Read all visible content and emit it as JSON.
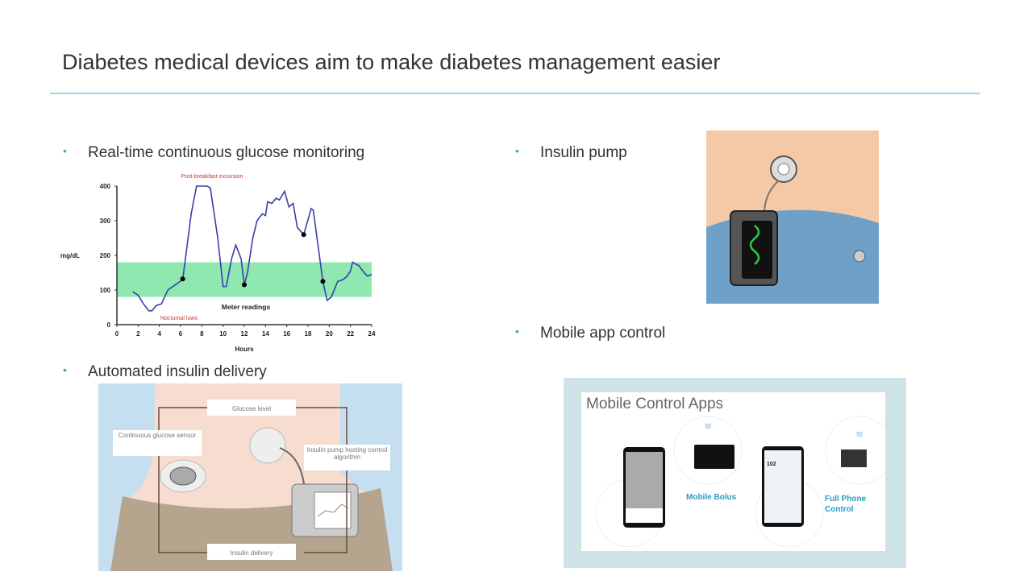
{
  "slide": {
    "title": "Diabetes medical devices aim to make diabetes management easier",
    "bullets": [
      {
        "label": "Real-time continuous glucose monitoring"
      },
      {
        "label": "Automated insulin delivery"
      },
      {
        "label": "Insulin pump"
      },
      {
        "label": "Mobile app control"
      }
    ],
    "bullet_symbol": "•"
  },
  "chart_data": {
    "type": "line",
    "title": "",
    "xlabel": "Hours",
    "ylabel": "mg/dL",
    "xlim": [
      0,
      24
    ],
    "ylim": [
      0,
      400
    ],
    "xticks": [
      0,
      2,
      4,
      6,
      8,
      10,
      12,
      14,
      16,
      18,
      20,
      22,
      24
    ],
    "yticks": [
      0,
      100,
      200,
      300,
      400
    ],
    "target_range": [
      80,
      180
    ],
    "series": [
      {
        "name": "CGM glucose",
        "color": "#3a3fa8",
        "x": [
          1.5,
          2,
          2.5,
          3,
          3.3,
          3.7,
          4.2,
          4.8,
          5.5,
          6.2,
          7,
          7.5,
          8.5,
          8.8,
          9.5,
          10,
          10.3,
          10.8,
          11.2,
          11.7,
          12,
          12.3,
          12.8,
          13.2,
          13.7,
          14,
          14.2,
          14.6,
          15,
          15.3,
          15.8,
          16.2,
          16.6,
          17,
          17.6,
          18.3,
          18.5,
          19.4,
          19.8,
          20.2,
          20.8,
          21.3,
          21.7,
          22,
          22.2,
          22.8,
          23.3,
          23.6,
          24
        ],
        "y": [
          95,
          85,
          60,
          40,
          40,
          55,
          60,
          100,
          115,
          130,
          320,
          400,
          400,
          395,
          250,
          110,
          110,
          190,
          230,
          190,
          115,
          150,
          250,
          300,
          320,
          315,
          355,
          350,
          365,
          360,
          385,
          340,
          350,
          280,
          260,
          335,
          330,
          125,
          70,
          80,
          125,
          130,
          140,
          155,
          180,
          170,
          150,
          140,
          145
        ]
      }
    ],
    "meter_readings": {
      "x": [
        6.2,
        12,
        17.6,
        19.4
      ],
      "y": [
        132,
        115,
        260,
        125
      ]
    },
    "annotations": [
      {
        "text": "Post-breakfast excursion",
        "color": "#d03030"
      },
      {
        "text": "Meter readings",
        "color": "#222222"
      },
      {
        "text": "Nocturnal lows",
        "color": "#d03030"
      }
    ]
  },
  "aid_diagram": {
    "labels": [
      "Glucose level",
      "Continuous glucose sensor",
      "Insulin pump hosting control algorithm",
      "Insulin delivery"
    ]
  },
  "mobile_apps": {
    "title": "Mobile Control Apps",
    "labels": [
      "Mobile Bolus",
      "Full Phone Control"
    ],
    "phone_reading": "102"
  }
}
